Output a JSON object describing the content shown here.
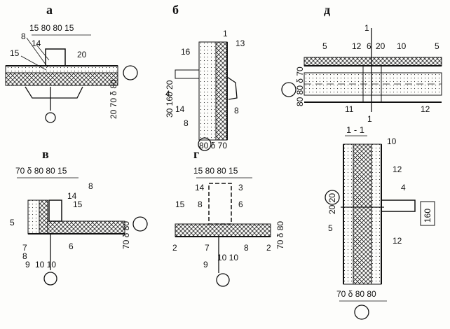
{
  "details": {
    "a": {
      "title": "а",
      "dims_top": "15 80 80 15",
      "dims_right": "20 70 δ 80",
      "labels": [
        "8",
        "14",
        "15",
        "20"
      ]
    },
    "b": {
      "title": "б",
      "dims_left": "30 160 20",
      "dims_bottom": "80 δ 70",
      "labels": [
        "1",
        "13",
        "16",
        "4",
        "14",
        "8",
        "8"
      ]
    },
    "d": {
      "title": "д",
      "dims_left": "80 80 δ 70",
      "labels": [
        "1",
        "5",
        "12",
        "6",
        "20",
        "10",
        "5",
        "11",
        "12",
        "1"
      ]
    },
    "v": {
      "title": "в",
      "dims_top": "70 δ 80 80 15",
      "dims_right": "70 δ 80",
      "dims_bottom": "10 10",
      "labels": [
        "8",
        "14",
        "15",
        "5",
        "7",
        "8",
        "9",
        "6"
      ]
    },
    "g": {
      "title": "г",
      "dims_top": "15 80 80 15",
      "dims_right": "70 δ 80",
      "dims_bottom": "10 10",
      "labels": [
        "14",
        "3",
        "15",
        "8",
        "6",
        "2",
        "7",
        "8",
        "2",
        "9"
      ]
    },
    "section": {
      "title": "1 - 1",
      "dims_left": "20 20",
      "dims_right": "160",
      "dims_bottom": "70 δ 80 80",
      "labels": [
        "10",
        "12",
        "4",
        "5",
        "12"
      ]
    }
  }
}
